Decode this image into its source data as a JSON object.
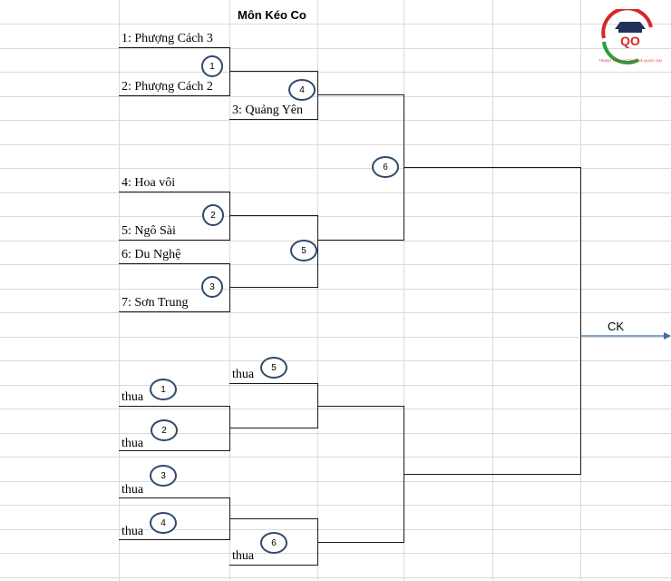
{
  "title": "Môn Kéo Co",
  "final_label": "CK",
  "teams": [
    "1: Phượng Cách 3",
    "2: Phượng Cách 2",
    "3: Quảng Yên",
    "4: Hoa vôi",
    "5: Ngô Sài",
    "6: Du Nghệ",
    "7: Sơn Trung"
  ],
  "loser_label": "thua",
  "match_numbers": {
    "m1": "1",
    "m2": "2",
    "m3": "3",
    "m4": "4",
    "m5": "5",
    "m6": "6",
    "l1": "1",
    "l2": "2",
    "l3": "3",
    "l4": "4",
    "l5": "5",
    "l6": "6"
  },
  "logo": {
    "letters": "QO",
    "caption": "TRUNG TÂM VHTTATT XÃ QUỐC OAI",
    "colors": {
      "red": "#d62828",
      "green": "#2a9d3f",
      "navy": "#22335a"
    }
  },
  "colors": {
    "bracket_line": "#1a1a1a",
    "gridline": "#dadada",
    "badge_border": "#2f4a6b",
    "arrow": "#3a6ea5"
  }
}
